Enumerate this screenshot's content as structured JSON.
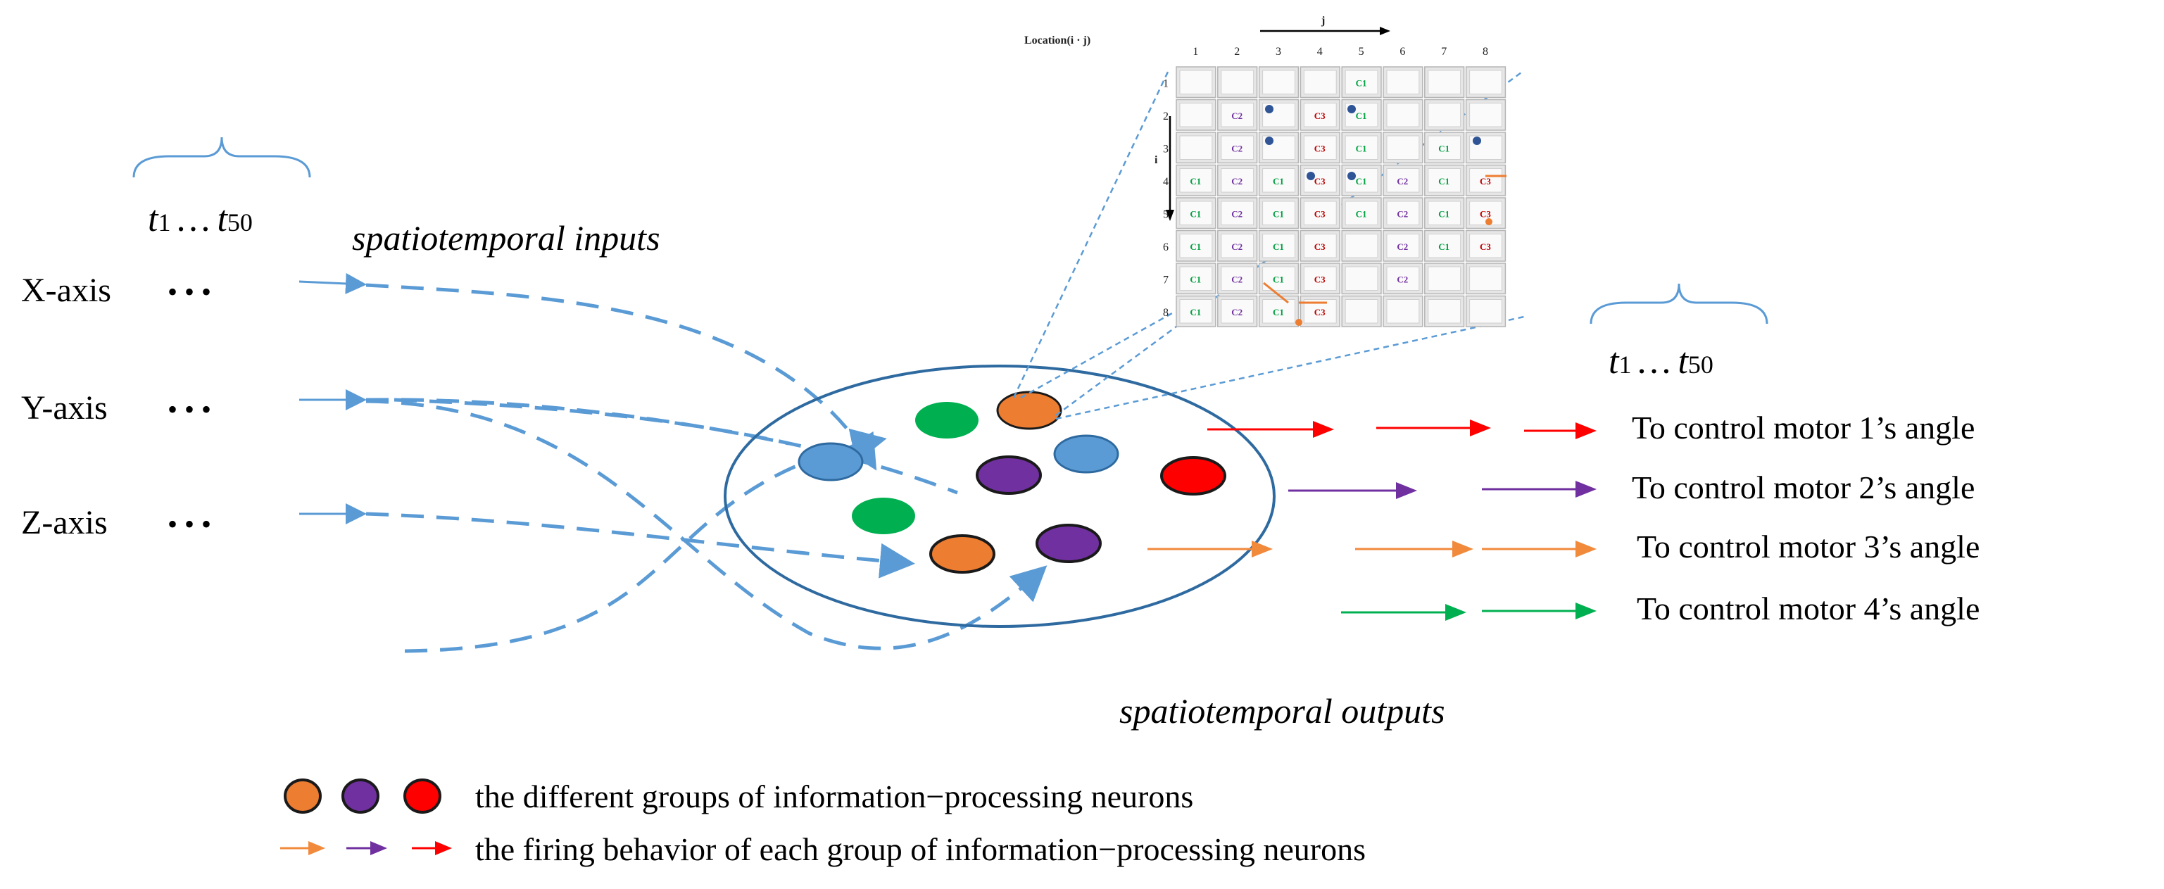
{
  "inputs": {
    "time_range": {
      "t_start_sym": "t",
      "t_start_sub": "1",
      "ellipsis": "…",
      "t_end_sym": "t",
      "t_end_sub": "50"
    },
    "label": "spatiotemporal inputs",
    "axes": [
      {
        "name": "X-axis",
        "dots": "• • •"
      },
      {
        "name": "Y-axis",
        "dots": "• • •"
      },
      {
        "name": "Z-axis",
        "dots": "• • •"
      }
    ]
  },
  "outputs": {
    "time_range": {
      "t_start_sym": "t",
      "t_start_sub": "1",
      "ellipsis": "…",
      "t_end_sym": "t",
      "t_end_sub": "50"
    },
    "label": "spatiotemporal outputs",
    "motors": [
      {
        "label": "To control motor 1’s angle",
        "color": "#ff0000"
      },
      {
        "label": "To control motor 2’s angle",
        "color": "#7030a0"
      },
      {
        "label": "To control motor 3’s angle",
        "color": "#f28a3c"
      },
      {
        "label": "To control motor 4’s angle",
        "color": "#00b050"
      }
    ]
  },
  "neurons": {
    "colors": {
      "green": "#00b050",
      "orange": "#ed7d31",
      "blue": "#5b9bd5",
      "purple": "#7030a0",
      "red": "#ff0000"
    }
  },
  "grid": {
    "title": "Location(i · j)",
    "col_axis": "j",
    "row_axis": "i",
    "col_labels": [
      "1",
      "2",
      "3",
      "4",
      "5",
      "6",
      "7",
      "8"
    ],
    "row_labels": [
      "1",
      "2",
      "3",
      "4",
      "5",
      "6",
      "7",
      "8"
    ],
    "cells": [
      [
        "",
        "",
        "",
        "",
        "C1",
        "",
        "",
        ""
      ],
      [
        "",
        "C2",
        "",
        "C3",
        "C1",
        "",
        "",
        ""
      ],
      [
        "",
        "C2",
        "",
        "C3",
        "C1",
        "",
        "C1",
        ""
      ],
      [
        "C1",
        "C2",
        "C1",
        "C3",
        "C1",
        "C2",
        "C1",
        "C3"
      ],
      [
        "C1",
        "C2",
        "C1",
        "C3",
        "C1",
        "C2",
        "C1",
        "C3"
      ],
      [
        "C1",
        "C2",
        "C1",
        "C3",
        "",
        "C2",
        "C1",
        "C3"
      ],
      [
        "C1",
        "C2",
        "C1",
        "C3",
        "",
        "C2",
        "",
        ""
      ],
      [
        "C1",
        "C2",
        "C1",
        "C3",
        "",
        "",
        "",
        ""
      ]
    ],
    "cell_colors": {
      "C1": "#00a040",
      "C2": "#7030a0",
      "C3": "#c00000"
    }
  },
  "legend": {
    "neuron_groups_text": "the different groups of information−processing neurons",
    "firing_text": "the firing behavior of each group of information−processing neurons",
    "swatches": [
      "#ed7d31",
      "#7030a0",
      "#ff0000"
    ],
    "arrow_colors": [
      "#f28a3c",
      "#7030a0",
      "#ff0000"
    ]
  }
}
